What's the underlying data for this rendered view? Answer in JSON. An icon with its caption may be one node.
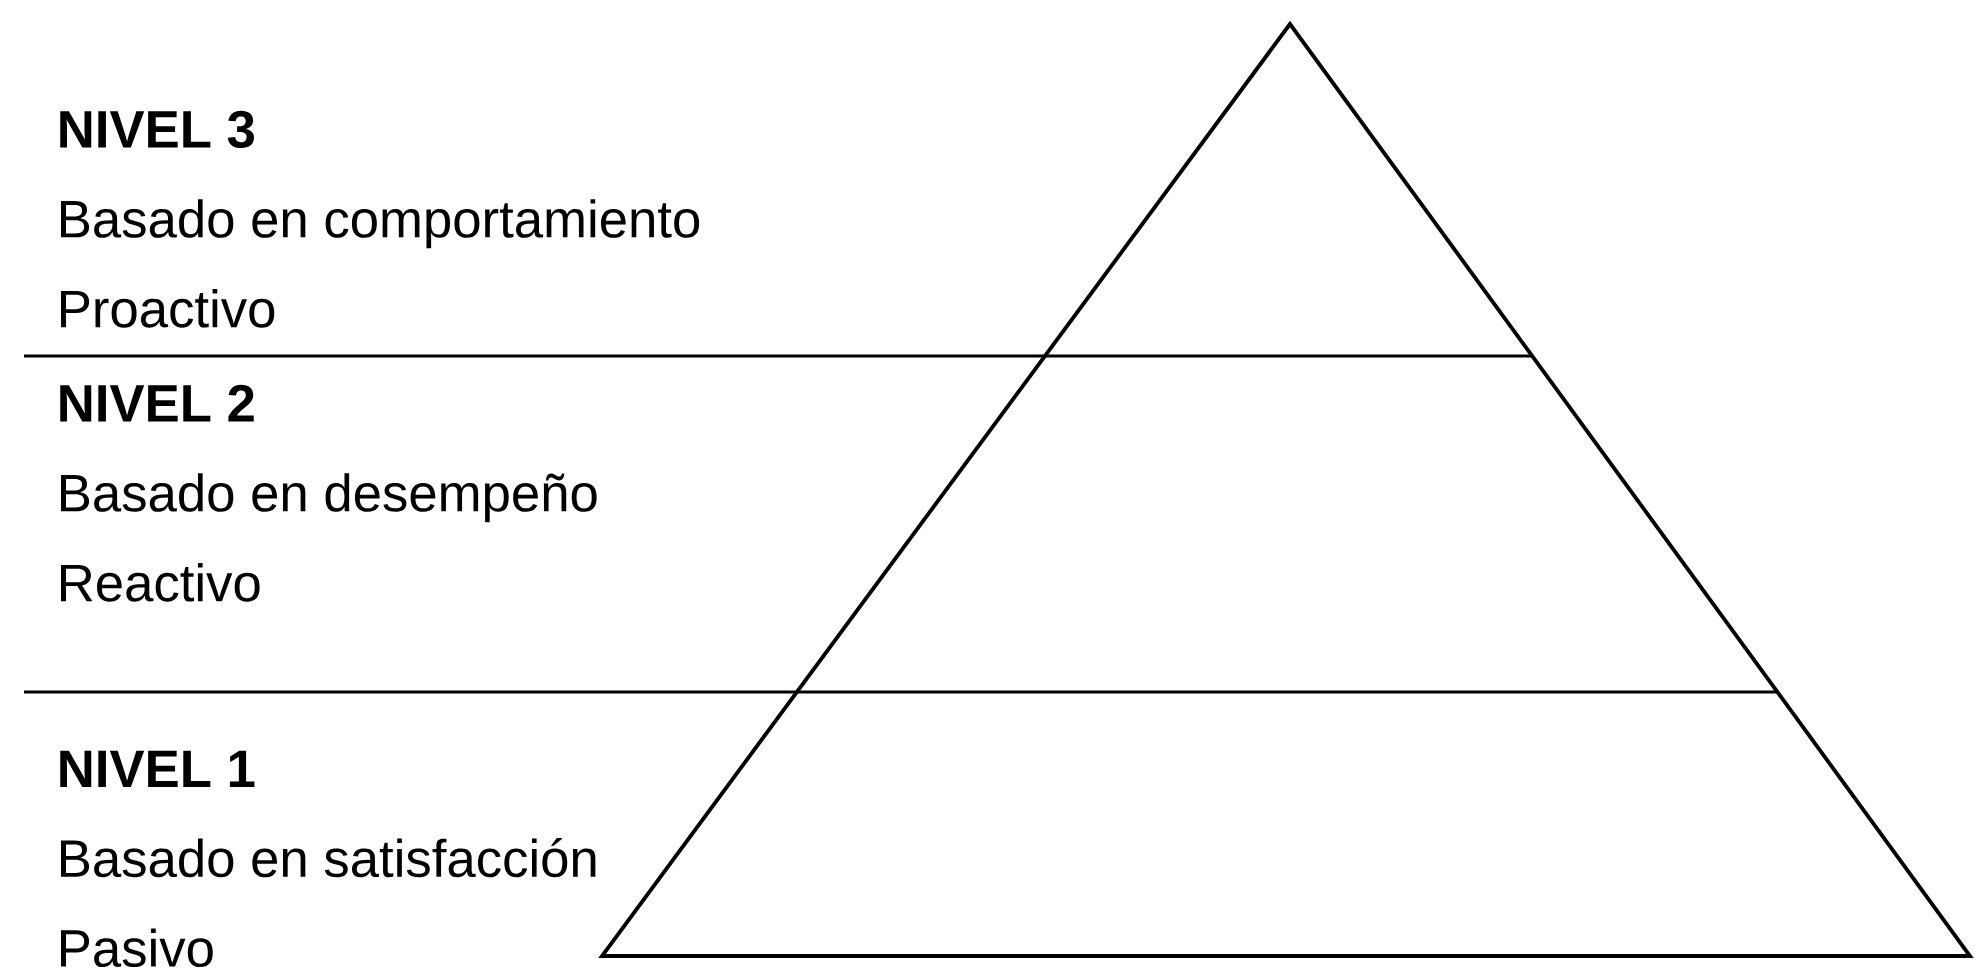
{
  "diagram": {
    "nodes": [
      {
        "text": [
          "NIVEL 3",
          "Basado en comportamiento",
          "Proactivo"
        ]
      },
      {
        "text": [
          "NIVEL 2",
          "Basado en desempeño",
          "Reactivo"
        ]
      },
      {
        "text": [
          "NIVEL 1",
          "Basado en satisfacción",
          "Pasivo"
        ]
      }
    ]
  }
}
